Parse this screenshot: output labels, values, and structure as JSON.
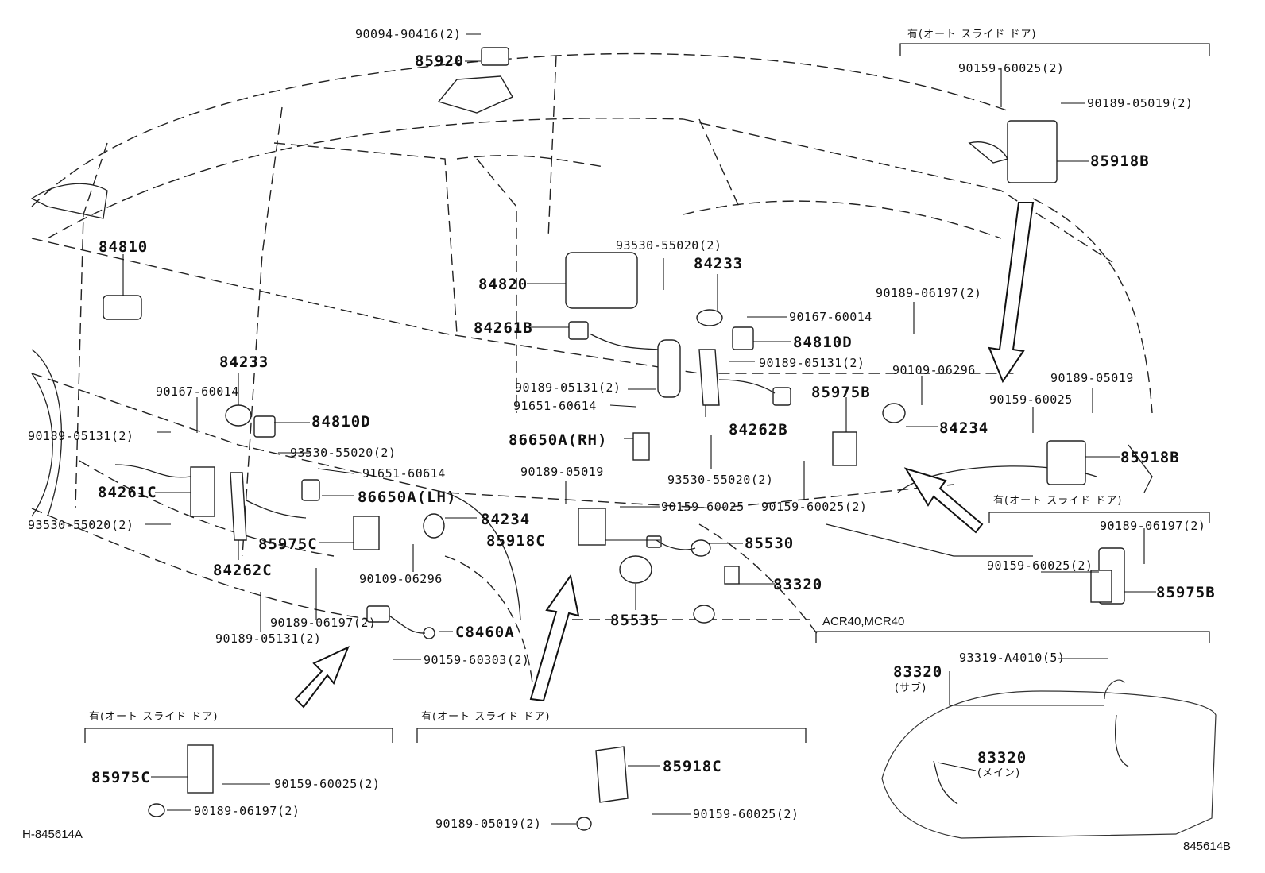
{
  "diagram_code": "H-845614A",
  "diagram_code_right": "845614B",
  "sections": {
    "top_right": "有(オート スライド ドア)",
    "mid_right": "有(オート スライド ドア)",
    "bottom_left": "有(オート スライド ドア)",
    "bottom_mid": "有(オート スライド ドア)",
    "acr": "ACR40,MCR40"
  },
  "parts": {
    "p90094": "90094-90416(2)",
    "p85920": "85920",
    "p90159_tr": "90159-60025(2)",
    "p90189_05019_tr": "90189-05019(2)",
    "p85918B_top": "85918B",
    "p84810_left": "84810",
    "p84233_left": "84233",
    "p90167_left": "90167-60014",
    "p84810D_left": "84810D",
    "p90189_05131_left": "90189-05131(2)",
    "p93530_mid": "93530-55020(2)",
    "p91651_left": "91651-60614",
    "p84261C": "84261C",
    "p86650A_LH": "86650A(LH)",
    "p93530_left": "93530-55020(2)",
    "p85975C": "85975C",
    "p84262C": "84262C",
    "p90109_left": "90109-06296",
    "p84234_left": "84234",
    "p90189_06197_left": "90189-06197(2)",
    "p90189_05131_bot": "90189-05131(2)",
    "pC8460A": "C8460A",
    "p90159_60303": "90159-60303(2)",
    "p84820": "84820",
    "p84261B": "84261B",
    "p93530_top": "93530-55020(2)",
    "p84233_center": "84233",
    "p90167_center": "90167-60014",
    "p84810D_center": "84810D",
    "p90189_05131_center": "90189-05131(2)",
    "p90189_05131_mid": "90189-05131(2)",
    "p91651_mid": "91651-60614",
    "p84262B": "84262B",
    "p86650A_RH": "86650A(RH)",
    "p93530_center_low": "93530-55020(2)",
    "p90189_05019_mid": "90189-05019",
    "p90159_mid1": "90159-60025",
    "p90159_mid2": "90159-60025(2)",
    "p85918C_mid": "85918C",
    "p85530": "85530",
    "p83320_mid": "83320",
    "p85535": "85535",
    "p90189_06197_right": "90189-06197(2)",
    "p90109_right": "90109-06296",
    "p85975B_center": "85975B",
    "p84234_right": "84234",
    "p90189_05019_right": "90189-05019",
    "p90159_right": "90159-60025",
    "p85918B_right": "85918B",
    "p90189_06197_sr": "90189-06197(2)",
    "p90159_sr": "90159-60025(2)",
    "p85975B_sr": "85975B",
    "p83320_sub": "83320",
    "p83320_sub_note": "(サブ)",
    "p93319": "93319-A4010(5)",
    "p83320_main": "83320",
    "p83320_main_note": "(メイン)",
    "p85975C_bl": "85975C",
    "p90159_bl": "90159-60025(2)",
    "p90189_06197_bl": "90189-06197(2)",
    "p85918C_bm": "85918C",
    "p90189_05019_bm": "90189-05019(2)",
    "p90159_bm": "90159-60025(2)"
  }
}
